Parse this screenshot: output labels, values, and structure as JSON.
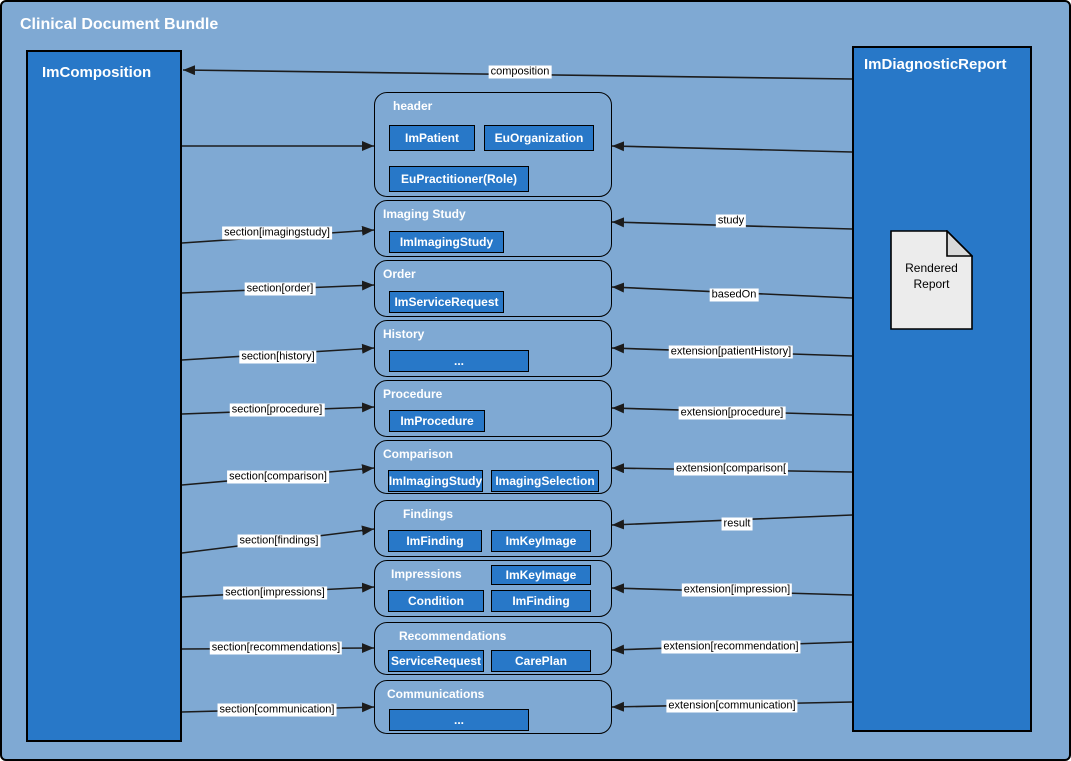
{
  "colors": {
    "background": "#7fa9d3",
    "node_fill": "#2878c8",
    "node_text": "#ffffff",
    "line": "#1c1c1c",
    "label_background": "#ffffff",
    "document_fill": "#ececec",
    "document_fold": "#d9d9d9"
  },
  "diagram": {
    "title": "Clinical Document Bundle",
    "left_node": {
      "title": "ImComposition"
    },
    "right_node": {
      "title": "ImDiagnosticReport",
      "document": {
        "line1": "Rendered",
        "line2": "Report"
      }
    },
    "sections": [
      {
        "title": "header",
        "boxes": [
          "ImPatient",
          "EuOrganization",
          "EuPractitioner(Role)"
        ]
      },
      {
        "title": "Imaging Study",
        "boxes": [
          "ImImagingStudy"
        ]
      },
      {
        "title": "Order",
        "boxes": [
          "ImServiceRequest"
        ]
      },
      {
        "title": "History",
        "boxes": [
          "..."
        ]
      },
      {
        "title": "Procedure",
        "boxes": [
          "ImProcedure"
        ]
      },
      {
        "title": "Comparison",
        "boxes": [
          "ImImagingStudy",
          "ImagingSelection"
        ]
      },
      {
        "title": "Findings",
        "boxes": [
          "ImFinding",
          "ImKeyImage"
        ]
      },
      {
        "title": "Impressions",
        "boxes": [
          "ImKeyImage",
          "Condition",
          "ImFinding"
        ]
      },
      {
        "title": "Recommendations",
        "boxes": [
          "ServiceRequest",
          "CarePlan"
        ]
      },
      {
        "title": "Communications",
        "boxes": [
          "..."
        ]
      }
    ],
    "left_arrows": [
      "",
      "section[imagingstudy]",
      "section[order]",
      "section[history]",
      "section[procedure]",
      "section[comparison]",
      "section[findings]",
      "section[impressions]",
      "section[recommendations]",
      "section[communication]"
    ],
    "right_arrows": [
      "composition",
      "",
      "study",
      "basedOn",
      "extension[patientHistory]",
      "extension[procedure]",
      "extension[comparison[",
      "result",
      "extension[impression]",
      "extension[recommendation]",
      "extension[communication]"
    ]
  }
}
